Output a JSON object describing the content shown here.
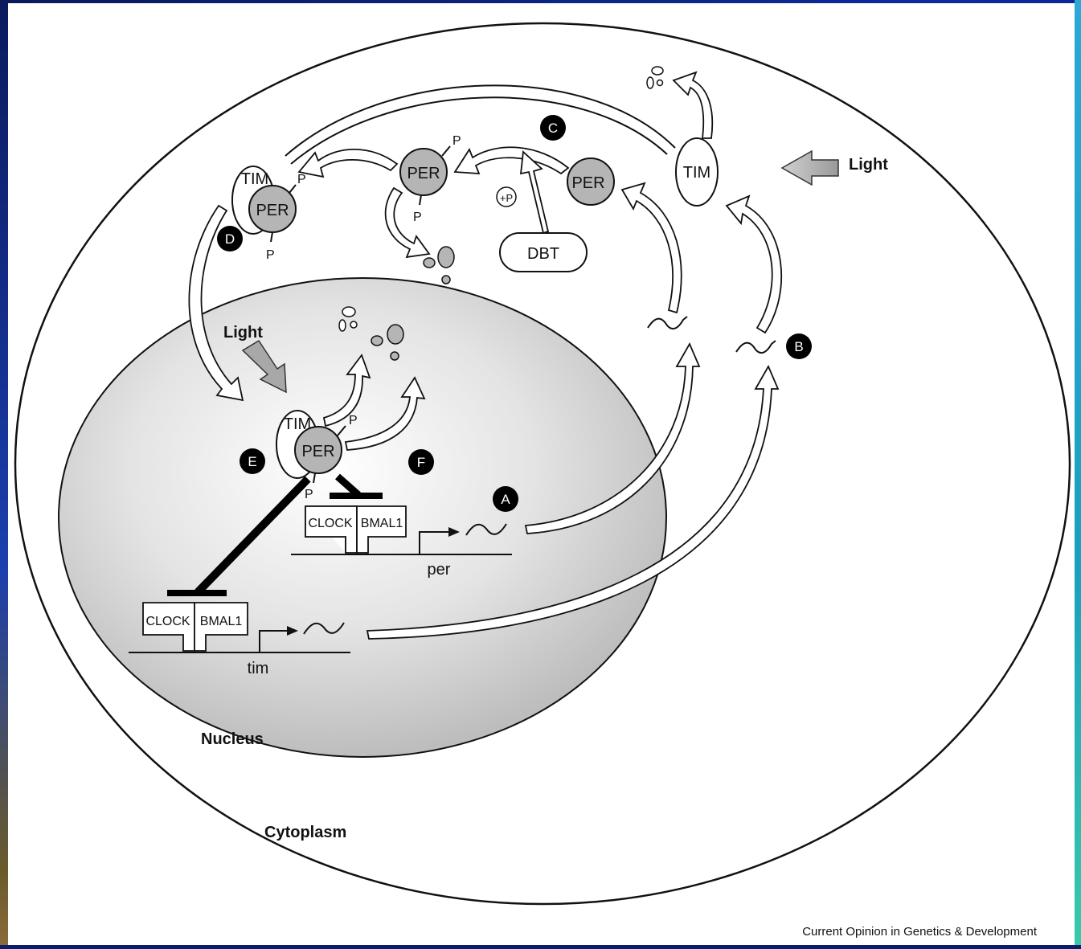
{
  "labels": {
    "light_top": "Light",
    "light_nucleus": "Light",
    "nucleus": "Nucleus",
    "cytoplasm": "Cytoplasm",
    "credit": "Current Opinion in Genetics & Development",
    "dbt": "DBT",
    "plus_p": "+P",
    "per": "PER",
    "tim": "TIM",
    "p": "P",
    "clock": "CLOCK",
    "bmal1": "BMAL1",
    "gene_per": "per",
    "gene_tim": "tim"
  },
  "markers": [
    "A",
    "B",
    "C",
    "D",
    "E",
    "F"
  ],
  "colors": {
    "background_blue": "#0d2a9a",
    "protein_gray": "#b5b5b5",
    "nucleus_gray": "#c8c8c8",
    "marker_black": "#000000"
  }
}
